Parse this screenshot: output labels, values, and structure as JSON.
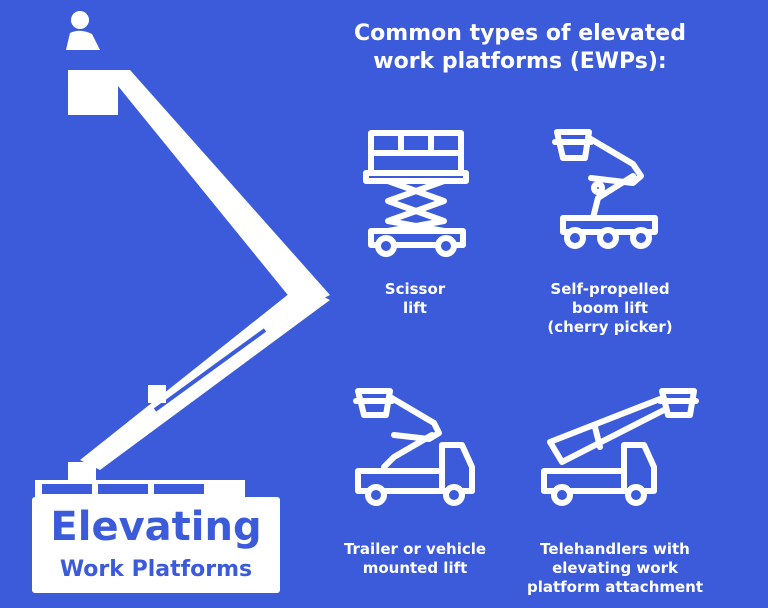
{
  "heading": {
    "line1": "Common types of elevated",
    "line2": "work platforms (EWPs):"
  },
  "types": [
    {
      "icon": "scissor-lift-icon",
      "lines": [
        "Scissor",
        "lift"
      ]
    },
    {
      "icon": "boom-lift-icon",
      "lines": [
        "Self-propelled",
        "boom lift",
        "(cherry picker)"
      ]
    },
    {
      "icon": "truck-mounted-lift-icon",
      "lines": [
        "Trailer or vehicle",
        "mounted lift"
      ]
    },
    {
      "icon": "telehandler-icon",
      "lines": [
        "Telehandlers with",
        "elevating work",
        "platform attachment"
      ]
    }
  ],
  "brand": {
    "line1": "Elevating",
    "line2": "Work Platforms"
  },
  "colors": {
    "background": "#3b5bdb",
    "foreground": "#ffffff"
  }
}
